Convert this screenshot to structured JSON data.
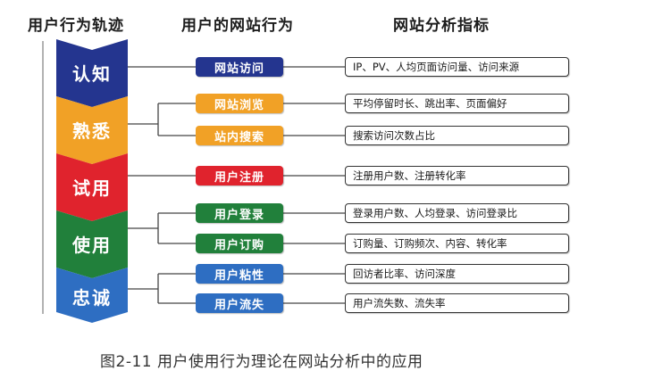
{
  "headers": {
    "track": "用户行为轨迹",
    "behavior": "用户的网站行为",
    "indicators": "网站分析指标"
  },
  "stages": [
    {
      "label": "认知",
      "color": "#24358f"
    },
    {
      "label": "熟悉",
      "color": "#f1a126"
    },
    {
      "label": "试用",
      "color": "#e0232d"
    },
    {
      "label": "使用",
      "color": "#21803b"
    },
    {
      "label": "忠诚",
      "color": "#2e6ec2"
    }
  ],
  "rows": [
    {
      "behavior": "网站访问",
      "indicator": "IP、PV、人均页面访问量、访问来源",
      "color": "#24358f"
    },
    {
      "behavior": "网站浏览",
      "indicator": "平均停留时长、跳出率、页面偏好",
      "color": "#f1a126"
    },
    {
      "behavior": "站内搜索",
      "indicator": "搜索访问次数占比",
      "color": "#f1a126"
    },
    {
      "behavior": "用户注册",
      "indicator": "注册用户数、注册转化率",
      "color": "#e0232d"
    },
    {
      "behavior": "用户登录",
      "indicator": "登录用户数、人均登录、访问登录比",
      "color": "#21803b"
    },
    {
      "behavior": "用户订购",
      "indicator": "订购量、订购频次、内容、转化率",
      "color": "#21803b"
    },
    {
      "behavior": "用户粘性",
      "indicator": "回访者比率、访问深度",
      "color": "#2e6ec2"
    },
    {
      "behavior": "用户流失",
      "indicator": "用户流失数、流失率",
      "color": "#2e6ec2"
    }
  ],
  "caption": "图2-11   用户使用行为理论在网站分析中的应用"
}
